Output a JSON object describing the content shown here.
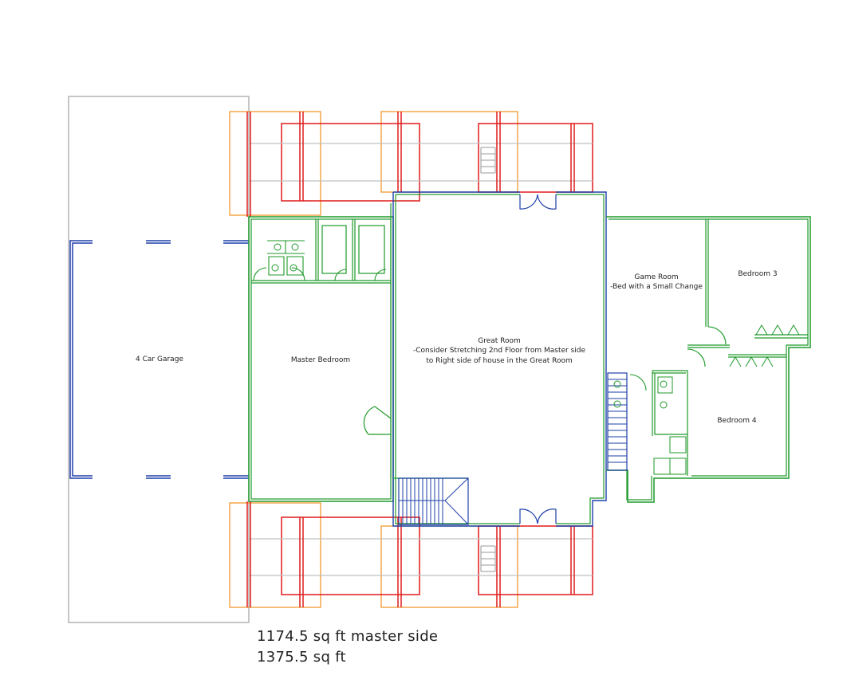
{
  "rooms": {
    "garage": "4 Car Garage",
    "master_bedroom": "Master Bedroom",
    "great_room_title": "Great Room",
    "great_room_note_1": "-Consider Stretching 2nd Floor from Master side",
    "great_room_note_2": "to Right side of house in the Great Room",
    "game_room_title": "Game Room",
    "game_room_note": "-Bed with a Small Change",
    "bedroom_3": "Bedroom 3",
    "bedroom_4": "Bedroom 4"
  },
  "notes": {
    "master_side_area": "1174.5 sq ft master side",
    "total_area": "1375.5 sq ft"
  },
  "colors": {
    "garage_outline": "#b4b4b4",
    "wall_green": "#1f9a2a",
    "wall_blue": "#1e3fa8",
    "porch_red": "#e01b1b",
    "porch_orange": "#f0901e"
  }
}
